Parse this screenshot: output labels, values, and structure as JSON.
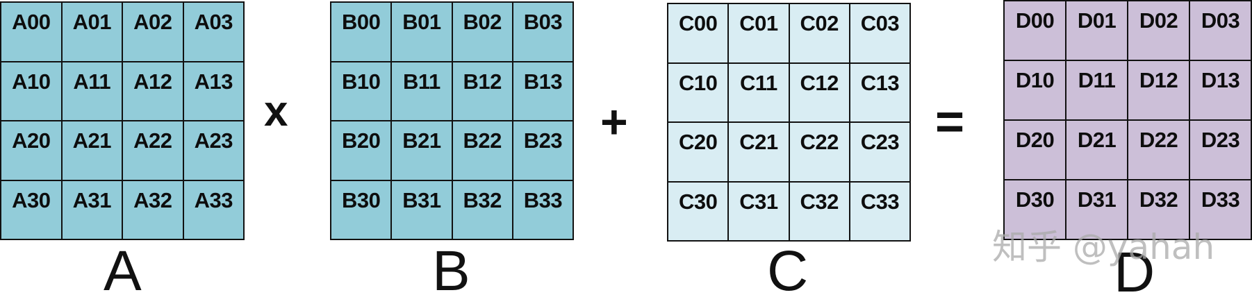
{
  "matrices": [
    {
      "id": "A",
      "label": "A",
      "color": "#92ccd9",
      "cells": [
        [
          "A00",
          "A01",
          "A02",
          "A03"
        ],
        [
          "A10",
          "A11",
          "A12",
          "A13"
        ],
        [
          "A20",
          "A21",
          "A22",
          "A23"
        ],
        [
          "A30",
          "A31",
          "A32",
          "A33"
        ]
      ]
    },
    {
      "id": "B",
      "label": "B",
      "color": "#92ccd9",
      "cells": [
        [
          "B00",
          "B01",
          "B02",
          "B03"
        ],
        [
          "B10",
          "B11",
          "B12",
          "B13"
        ],
        [
          "B20",
          "B21",
          "B22",
          "B23"
        ],
        [
          "B30",
          "B31",
          "B32",
          "B33"
        ]
      ]
    },
    {
      "id": "C",
      "label": "C",
      "color": "#d9edf3",
      "cells": [
        [
          "C00",
          "C01",
          "C02",
          "C03"
        ],
        [
          "C10",
          "C11",
          "C12",
          "C13"
        ],
        [
          "C20",
          "C21",
          "C22",
          "C23"
        ],
        [
          "C30",
          "C31",
          "C32",
          "C33"
        ]
      ]
    },
    {
      "id": "D",
      "label": "D",
      "color": "#ccbfd8",
      "cells": [
        [
          "D00",
          "D01",
          "D02",
          "D03"
        ],
        [
          "D10",
          "D11",
          "D12",
          "D13"
        ],
        [
          "D20",
          "D21",
          "D22",
          "D23"
        ],
        [
          "D30",
          "D31",
          "D32",
          "D33"
        ]
      ]
    }
  ],
  "operators": {
    "multiply": "x",
    "add": "+",
    "equals": "="
  },
  "watermark": "知乎 @yahah"
}
